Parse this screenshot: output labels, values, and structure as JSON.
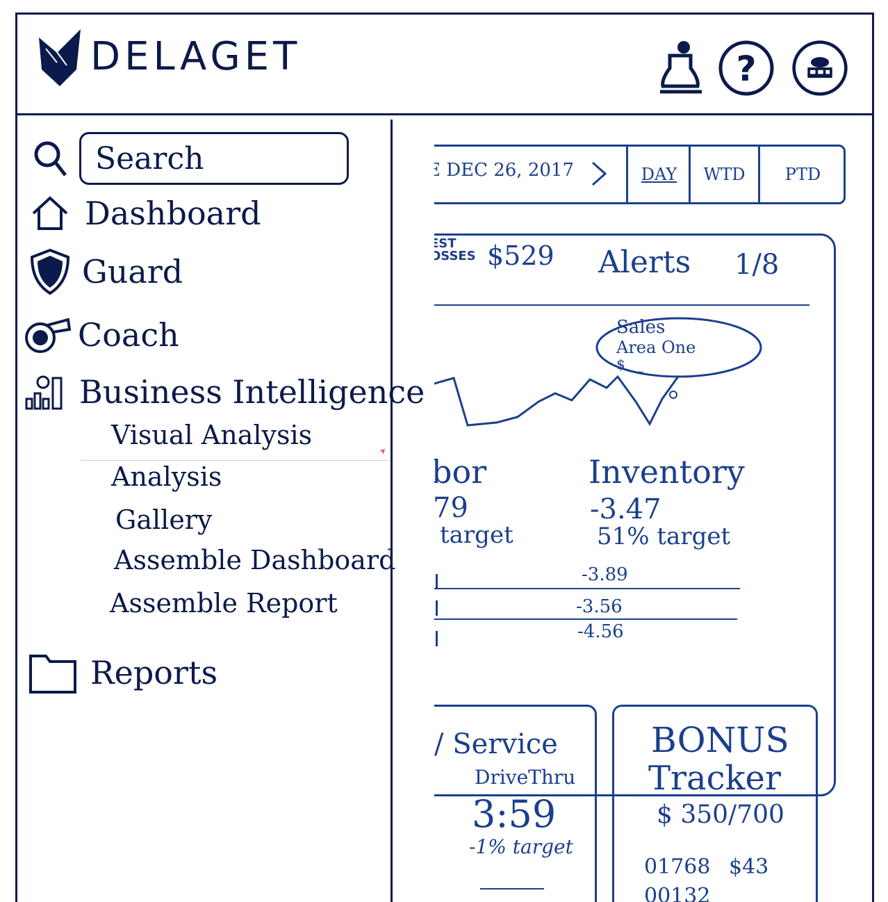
{
  "app": {
    "brand": "DELAGET"
  },
  "header_icons": [
    "bell-icon",
    "help-icon",
    "store-icon"
  ],
  "header": {
    "help_glyph": "?"
  },
  "search": {
    "placeholder": "Search"
  },
  "nav": {
    "dashboard": "Dashboard",
    "guard": "Guard",
    "coach": "Coach",
    "business_intelligence": "Business Intelligence",
    "bi_sub": [
      "Visual Analysis",
      "Analysis",
      "Gallery",
      "Assemble Dashboard",
      "Assemble Report"
    ],
    "reports": "Reports"
  },
  "date_bar": {
    "date": "E DEC 26, 2017",
    "chevron": ">",
    "periods": [
      "DAY",
      "WTD",
      "PTD"
    ],
    "selected": "DAY"
  },
  "alerts_card": {
    "losses_label_line1": "EST",
    "losses_label_line2": "OSSES",
    "losses_value": "$529",
    "title": "Alerts",
    "count": "1/8",
    "callout_line1": "Sales",
    "callout_line2": "Area One",
    "callout_line3": "$ __"
  },
  "metrics": {
    "labor": {
      "title": "bor",
      "value": "79",
      "target": "target",
      "rows": [
        "",
        "",
        ""
      ]
    },
    "inventory": {
      "title": "Inventory",
      "value": "-3.47",
      "target": "51% target",
      "rows": [
        "-3.89",
        "-3.56",
        "-4.56"
      ]
    }
  },
  "service_card": {
    "title": "/ Service",
    "subtitle": "DriveThru",
    "value": "3:59",
    "target": "-1% target"
  },
  "bonus_card": {
    "title_line1": "BONUS",
    "title_line2": "Tracker",
    "amount": "$ 350/700",
    "rows": [
      {
        "id": "01768",
        "value": "$43"
      },
      {
        "id": "00132",
        "value": ""
      }
    ]
  },
  "colors": {
    "ink": "#0b1a4a",
    "blue_ink": "#1b3f8c"
  }
}
